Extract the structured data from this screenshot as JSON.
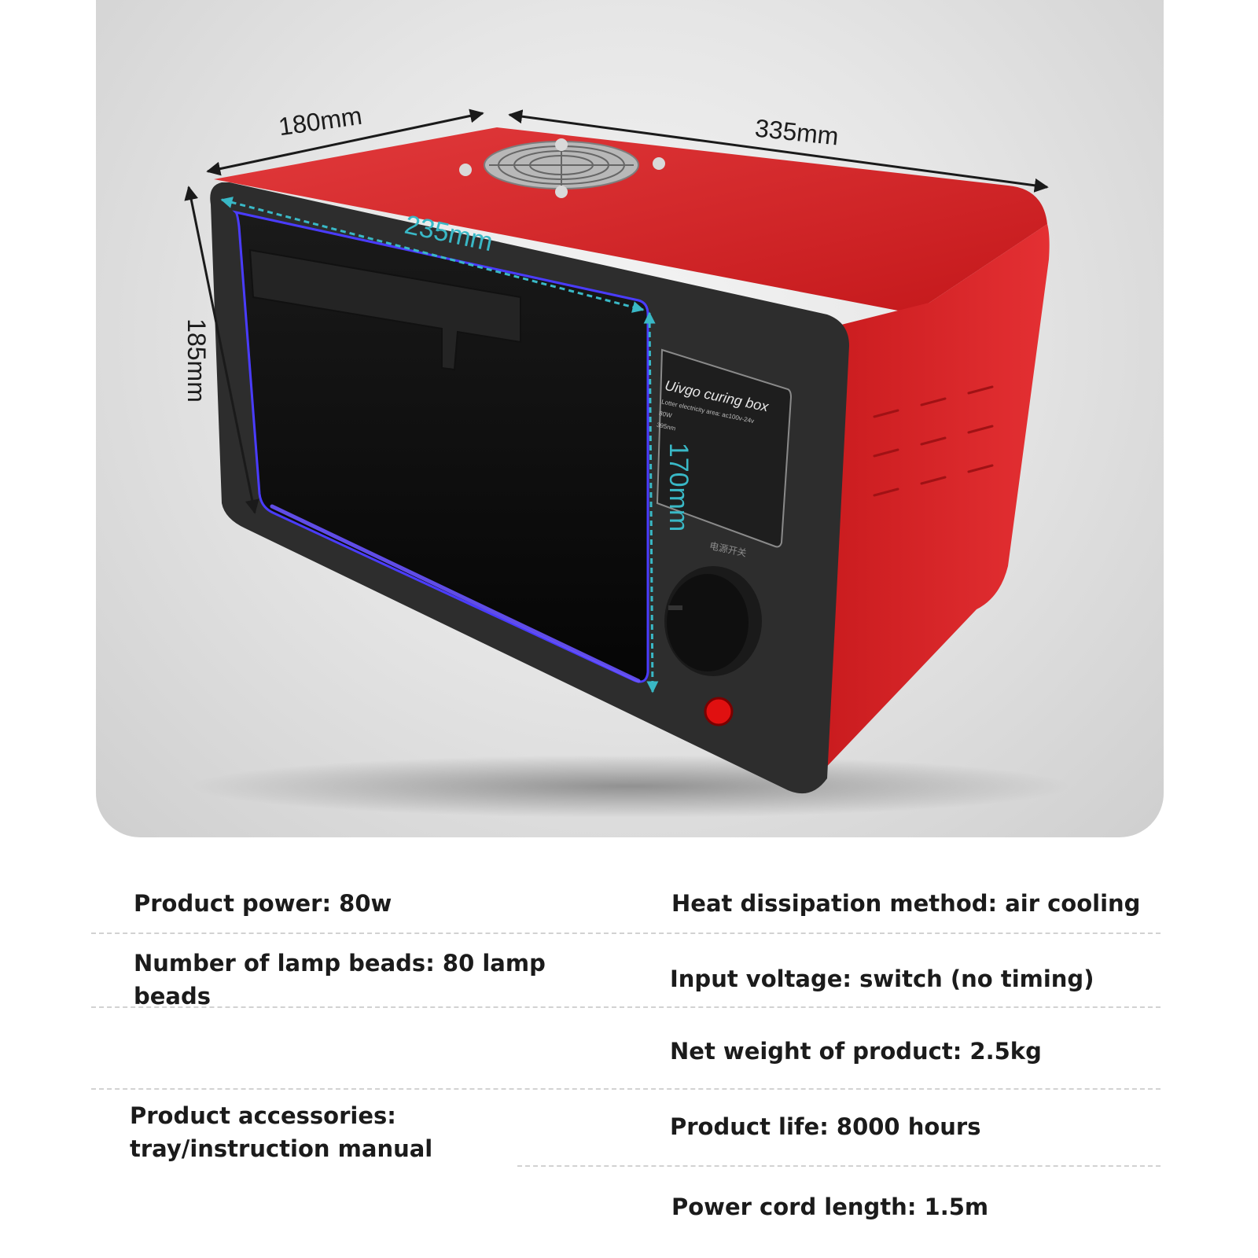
{
  "dimensions": {
    "outer_width": "180mm",
    "outer_length": "335mm",
    "outer_height": "185mm",
    "inner_width": "235mm",
    "inner_height": "170mm"
  },
  "device_label": {
    "brand": "Uivgo curing box",
    "voltage_line": "Lotter electricity area: ac100v-24v",
    "power_value": "80W",
    "wavelength_value": "395nm",
    "switch_label": "电源开关"
  },
  "colors": {
    "body_red": "#d9282b",
    "front_panel": "#2d2d2d",
    "uv_glow": "#4a3cff",
    "dimension_cyan": "#39b8c6",
    "indicator_red": "#e01010"
  },
  "specs": {
    "power": "Product power: 80w",
    "cooling": "Heat dissipation method: air cooling",
    "lamp_beads": "Number of lamp beads: 80 lamp beads",
    "voltage": "Input voltage: switch (no timing)",
    "weight": "Net weight of product: 2.5kg",
    "accessories": "Product accessories: tray/instruction manual",
    "life": "Product life: 8000 hours",
    "cord": "Power cord length: 1.5m"
  }
}
